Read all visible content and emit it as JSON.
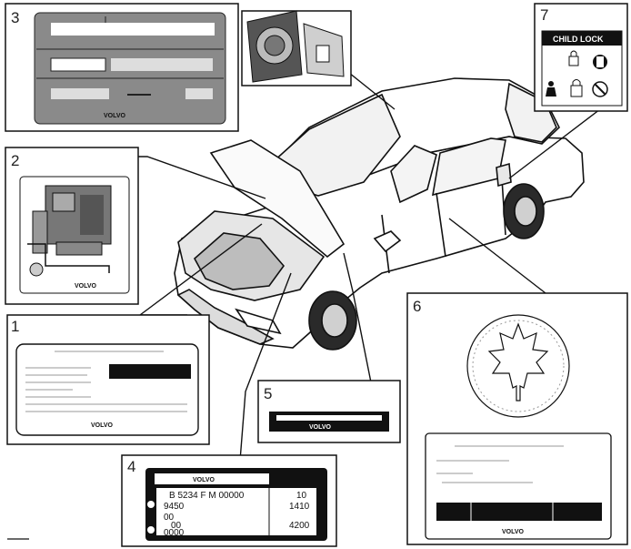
{
  "callouts": {
    "c1": "1",
    "c2": "2",
    "c3": "3",
    "c4": "4",
    "c5": "5",
    "c6": "6",
    "c7": "7"
  },
  "brand": "VOLVO",
  "lock_label": "CHILD LOCK",
  "engine_plate": {
    "code_line": "B 5234 F M 00000",
    "rows": [
      "9450",
      "00",
      "00",
      "0000"
    ],
    "right_col": [
      "10",
      "1410",
      "4200"
    ]
  }
}
